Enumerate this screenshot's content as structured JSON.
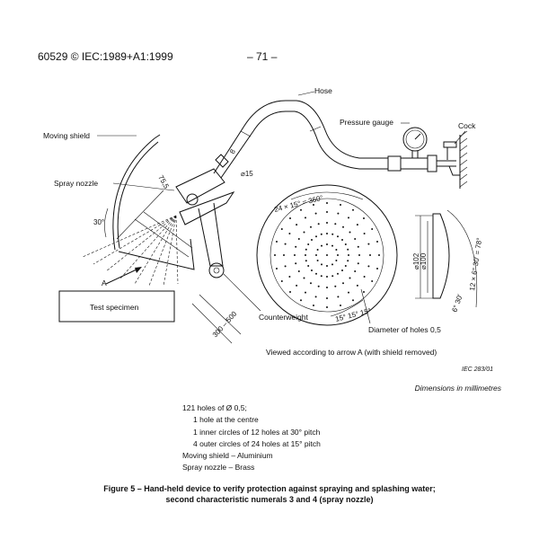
{
  "header": {
    "left": "60529 © IEC:1989+A1:1999",
    "center": "– 71 –"
  },
  "drawing": {
    "labels": {
      "hose": "Hose",
      "pressure_gauge": "Pressure gauge",
      "cock": "Cock",
      "moving_shield": "Moving shield",
      "spray_nozzle": "Spray nozzle",
      "test_specimen": "Test specimen",
      "counterweight": "Counterweight",
      "diameter_holes": "Diameter of holes 0,5",
      "viewed": "Viewed according to arrow A (with shield removed)",
      "arrow_a": "A"
    },
    "dimensions": {
      "d755": "75,5",
      "d8": "8",
      "d15": "⌀15",
      "a30": "30°",
      "d300_500": "300 – 500",
      "a24": "24 × 15° = 360°",
      "a15s": "15° 15° 15°",
      "d102": "⌀102",
      "d100": "⌀100",
      "a12": "12 × 6° 30' = 78°",
      "a6": "6° 30'"
    }
  },
  "iec_ref": "IEC   283/01",
  "dims_note": "Dimensions in millimetres",
  "notes": [
    "121 holes of Ø 0,5;",
    "1 hole at the centre",
    "1 inner circles of 12 holes at 30° pitch",
    "4 outer circles of 24 holes at 15° pitch",
    "Moving shield – Aluminium",
    "Spray nozzle – Brass"
  ],
  "caption": {
    "line1": "Figure 5 – Hand-held device to verify protection against spraying and splashing water;",
    "line2": "second characteristic numerals 3 and 4 (spray nozzle)"
  }
}
